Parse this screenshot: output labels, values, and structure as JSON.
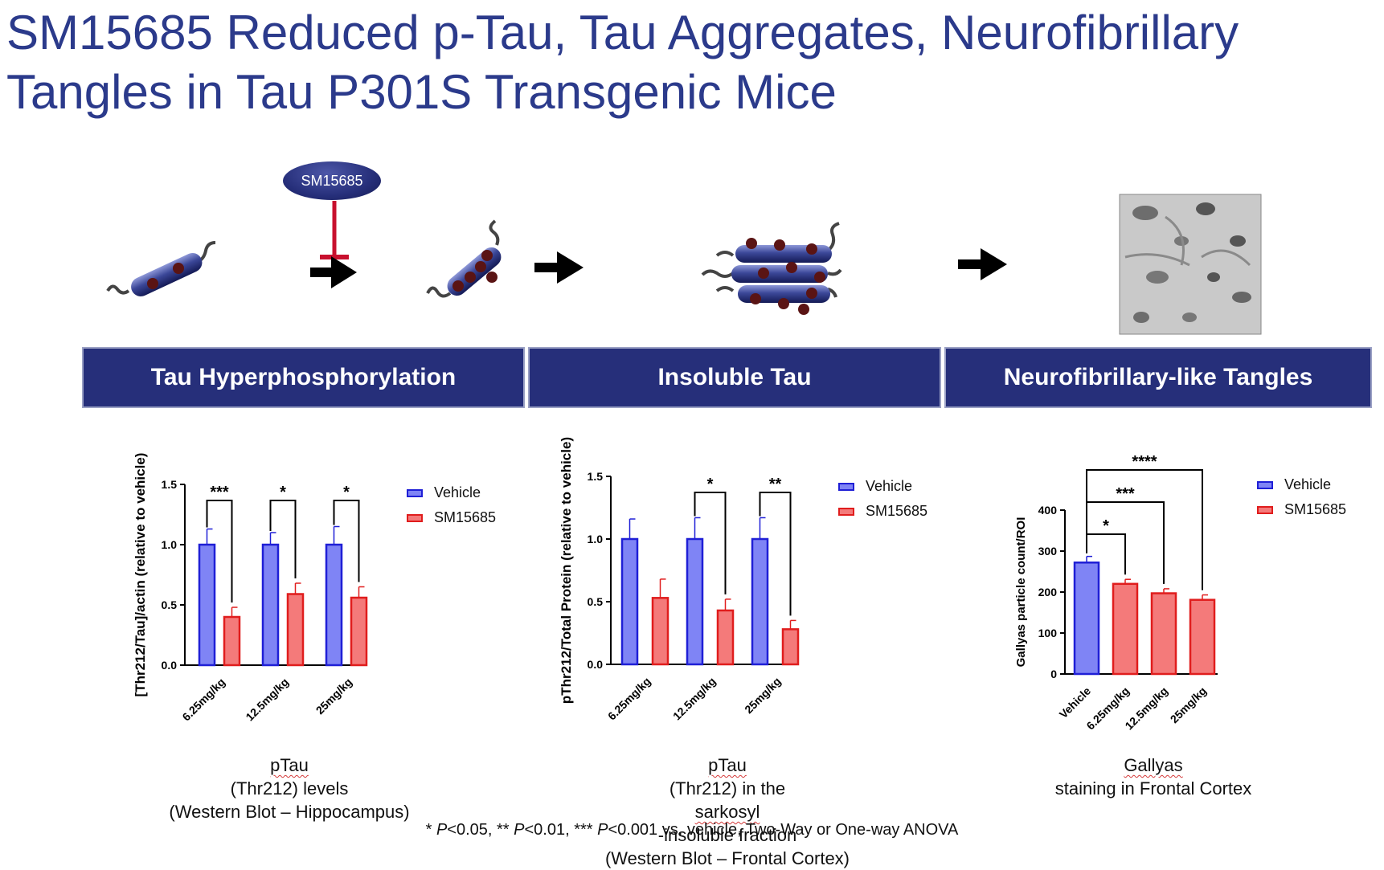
{
  "title_line1": "SM15685 Reduced p-Tau, Tau Aggregates, Neurofibrillary",
  "title_line2": "Tangles in Tau P301S Transgenic Mice",
  "drug_label": "SM15685",
  "bands": [
    "Tau Hyperphosphorylation",
    "Insoluble Tau",
    "Neurofibrillary-like Tangles"
  ],
  "colors": {
    "band": "#262f7a",
    "title": "#2b3a8b",
    "vehicle": "#7f84f5",
    "vehicle_edge": "#1f1fd6",
    "sm": "#f47a7a",
    "sm_edge": "#e01d1d",
    "inhibit": "#c8102e"
  },
  "legend": {
    "vehicle": "Vehicle",
    "sm": "SM15685"
  },
  "captions": [
    {
      "pre": "",
      "u": "pTau",
      "post": " (Thr212) levels",
      "line2": "(Western Blot – Hippocampus)"
    },
    {
      "pre": "",
      "u": "pTau",
      "post": " (Thr212) in the ",
      "u2": "sarkosyl",
      "post2": "-insoluble fraction",
      "line2": "(Western Blot – Frontal Cortex)"
    },
    {
      "pre": "",
      "u": "Gallyas",
      "post": " staining in Frontal Cortex",
      "line2": ""
    }
  ],
  "footnote": {
    "s1": "* ",
    "p1": "P",
    "t1": "<0.05,   ** ",
    "p2": "P",
    "t2": "<0.01,    *** ",
    "p3": "P",
    "t3": "<0.001 vs. vehicle, Two-Way or One-way ANOVA"
  },
  "chart_data": [
    {
      "type": "bar",
      "ylabel": "[Thr212/Tau]/actin (relative to vehicle)",
      "categories": [
        "6.25mg/kg",
        "12.5mg/kg",
        "25mg/kg"
      ],
      "ylim": [
        0,
        1.5
      ],
      "yticks": [
        "0.0",
        "0.5",
        "1.0",
        "1.5"
      ],
      "series": [
        {
          "name": "Vehicle",
          "values": [
            1.0,
            1.0,
            1.0
          ],
          "errors": [
            0.13,
            0.1,
            0.15
          ]
        },
        {
          "name": "SM15685",
          "values": [
            0.4,
            0.59,
            0.56
          ],
          "errors": [
            0.08,
            0.09,
            0.09
          ]
        }
      ],
      "significance": [
        "***",
        "*",
        "*"
      ]
    },
    {
      "type": "bar",
      "ylabel": "pThr212/Total Protein (relative to vehicle)",
      "categories": [
        "6.25mg/kg",
        "12.5mg/kg",
        "25mg/kg"
      ],
      "ylim": [
        0,
        1.5
      ],
      "yticks": [
        "0.0",
        "0.5",
        "1.0",
        "1.5"
      ],
      "series": [
        {
          "name": "Vehicle",
          "values": [
            1.0,
            1.0,
            1.0
          ],
          "errors": [
            0.16,
            0.17,
            0.17
          ]
        },
        {
          "name": "SM15685",
          "values": [
            0.53,
            0.43,
            0.28
          ],
          "errors": [
            0.15,
            0.09,
            0.07
          ]
        }
      ],
      "significance": [
        "",
        "*",
        "**"
      ]
    },
    {
      "type": "bar",
      "ylabel": "Gallyas particle count/ROI",
      "categories": [
        "Vehicle",
        "6.25mg/kg",
        "12.5mg/kg",
        "25mg/kg"
      ],
      "ylim": [
        0,
        400
      ],
      "yticks": [
        "0",
        "100",
        "200",
        "300",
        "400"
      ],
      "values": [
        272,
        220,
        197,
        181
      ],
      "errors": [
        15,
        11,
        11,
        12
      ],
      "series_names": [
        "Vehicle",
        "SM15685"
      ],
      "significance": [
        "*",
        "***",
        "****"
      ]
    }
  ]
}
